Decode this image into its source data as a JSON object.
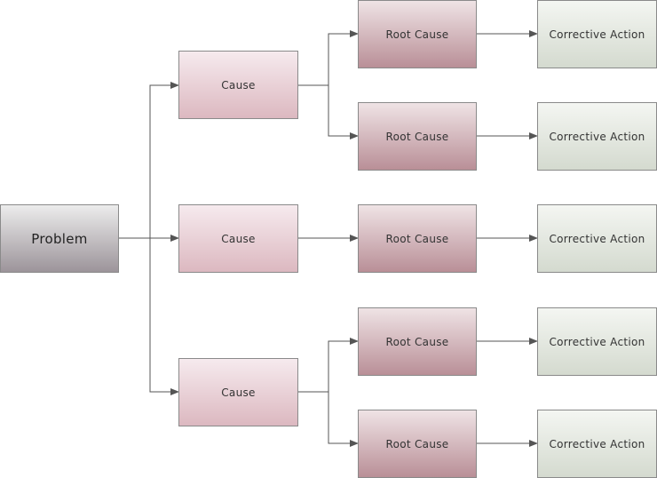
{
  "diagram": {
    "problem": "Problem",
    "causes": [
      {
        "label": "Cause",
        "root_causes": [
          {
            "label": "Root Cause",
            "action": "Corrective Action"
          },
          {
            "label": "Root Cause",
            "action": "Corrective Action"
          }
        ]
      },
      {
        "label": "Cause",
        "root_causes": [
          {
            "label": "Root Cause",
            "action": "Corrective Action"
          }
        ]
      },
      {
        "label": "Cause",
        "root_causes": [
          {
            "label": "Root Cause",
            "action": "Corrective Action"
          },
          {
            "label": "Root Cause",
            "action": "Corrective Action"
          }
        ]
      }
    ],
    "colors": {
      "connector": "#555555",
      "problem": "#9c949a",
      "cause": "#dcb8c0",
      "root_cause": "#b98f97",
      "corrective_action": "#d4dacf"
    }
  }
}
